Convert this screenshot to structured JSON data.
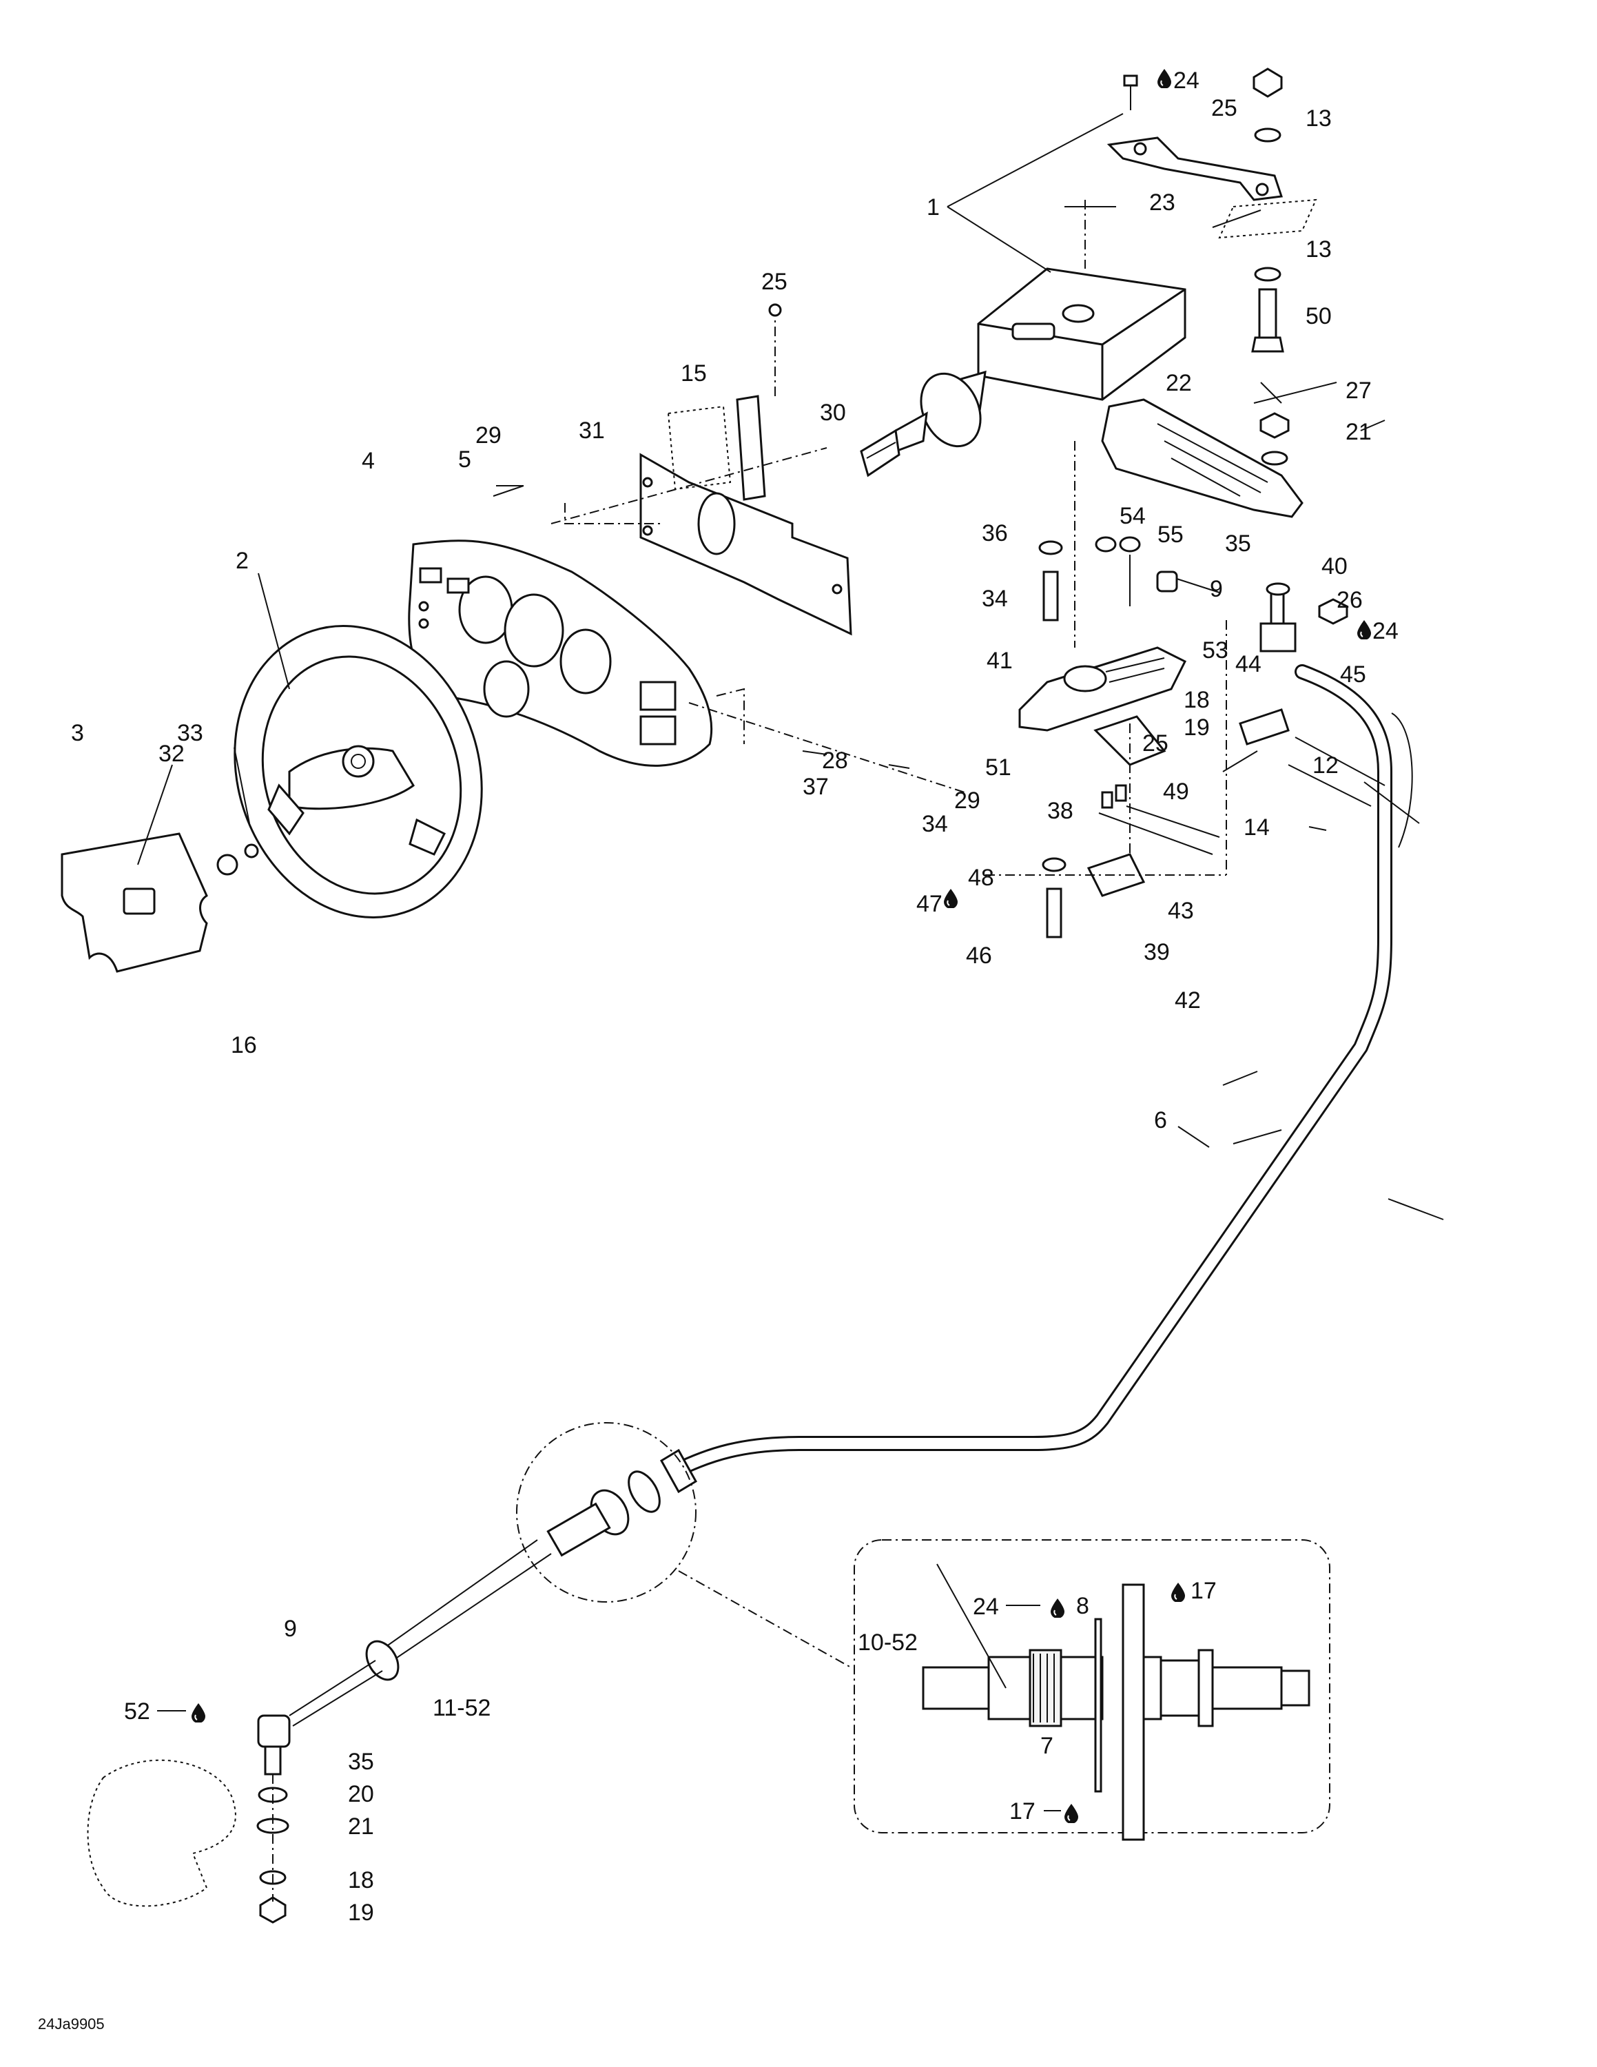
{
  "diagram_code": "24Ja9905",
  "callouts": [
    {
      "id": "c1",
      "text": "1"
    },
    {
      "id": "c2",
      "text": "2"
    },
    {
      "id": "c3",
      "text": "3"
    },
    {
      "id": "c4",
      "text": "4"
    },
    {
      "id": "c5",
      "text": "5"
    },
    {
      "id": "c6",
      "text": "6"
    },
    {
      "id": "c7",
      "text": "7"
    },
    {
      "id": "c8",
      "text": "8"
    },
    {
      "id": "c9a",
      "text": "9"
    },
    {
      "id": "c9b",
      "text": "9"
    },
    {
      "id": "c10_52",
      "text": "10-52"
    },
    {
      "id": "c11_52",
      "text": "11-52"
    },
    {
      "id": "c12",
      "text": "12"
    },
    {
      "id": "c13a",
      "text": "13"
    },
    {
      "id": "c13b",
      "text": "13"
    },
    {
      "id": "c14",
      "text": "14"
    },
    {
      "id": "c15",
      "text": "15"
    },
    {
      "id": "c16",
      "text": "16"
    },
    {
      "id": "c17a",
      "text": "17"
    },
    {
      "id": "c17b",
      "text": "17"
    },
    {
      "id": "c18a",
      "text": "18"
    },
    {
      "id": "c18b",
      "text": "18"
    },
    {
      "id": "c19a",
      "text": "19"
    },
    {
      "id": "c19b",
      "text": "19"
    },
    {
      "id": "c20",
      "text": "20"
    },
    {
      "id": "c21a",
      "text": "21"
    },
    {
      "id": "c21b",
      "text": "21"
    },
    {
      "id": "c22",
      "text": "22"
    },
    {
      "id": "c23",
      "text": "23"
    },
    {
      "id": "c24a",
      "text": "24"
    },
    {
      "id": "c24b",
      "text": "24"
    },
    {
      "id": "c24c",
      "text": "24"
    },
    {
      "id": "c25a",
      "text": "25"
    },
    {
      "id": "c25b",
      "text": "25"
    },
    {
      "id": "c25c",
      "text": "25"
    },
    {
      "id": "c26",
      "text": "26"
    },
    {
      "id": "c27",
      "text": "27"
    },
    {
      "id": "c28",
      "text": "28"
    },
    {
      "id": "c29a",
      "text": "29"
    },
    {
      "id": "c29b",
      "text": "29"
    },
    {
      "id": "c30",
      "text": "30"
    },
    {
      "id": "c31",
      "text": "31"
    },
    {
      "id": "c32",
      "text": "32"
    },
    {
      "id": "c33",
      "text": "33"
    },
    {
      "id": "c34a",
      "text": "34"
    },
    {
      "id": "c34b",
      "text": "34"
    },
    {
      "id": "c35a",
      "text": "35"
    },
    {
      "id": "c35b",
      "text": "35"
    },
    {
      "id": "c36",
      "text": "36"
    },
    {
      "id": "c37",
      "text": "37"
    },
    {
      "id": "c38",
      "text": "38"
    },
    {
      "id": "c39",
      "text": "39"
    },
    {
      "id": "c40",
      "text": "40"
    },
    {
      "id": "c41",
      "text": "41"
    },
    {
      "id": "c42",
      "text": "42"
    },
    {
      "id": "c43",
      "text": "43"
    },
    {
      "id": "c44",
      "text": "44"
    },
    {
      "id": "c45",
      "text": "45"
    },
    {
      "id": "c46",
      "text": "46"
    },
    {
      "id": "c47",
      "text": "47"
    },
    {
      "id": "c48",
      "text": "48"
    },
    {
      "id": "c49",
      "text": "49"
    },
    {
      "id": "c50",
      "text": "50"
    },
    {
      "id": "c51",
      "text": "51"
    },
    {
      "id": "c52",
      "text": "52"
    },
    {
      "id": "c53",
      "text": "53"
    },
    {
      "id": "c54",
      "text": "54"
    },
    {
      "id": "c55",
      "text": "55"
    }
  ],
  "icons": {
    "fluid_drop": "fluid-drop-icon"
  }
}
